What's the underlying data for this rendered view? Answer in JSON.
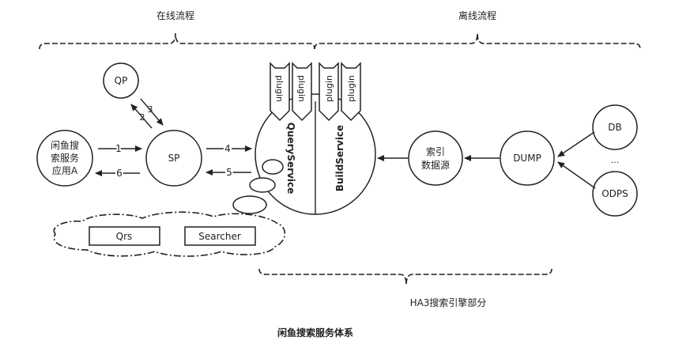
{
  "headers": {
    "online": "在线流程",
    "offline": "离线流程"
  },
  "nodes": {
    "qp": "QP",
    "sp": "SP",
    "app_line1": "闲鱼搜",
    "app_line2": "索服务",
    "app_line3": "应用A",
    "index_line1": "索引",
    "index_line2": "数据源",
    "dump": "DUMP",
    "db": "DB",
    "odps": "ODPS",
    "ellipsis": "..."
  },
  "services": {
    "query": "QueryService",
    "build": "BuildService",
    "plugin": "plugin"
  },
  "boxes": {
    "qrs": "Qrs",
    "searcher": "Searcher"
  },
  "edges": {
    "e1": "1",
    "e2": "2",
    "e3": "3",
    "e4": "4",
    "e5": "5",
    "e6": "6"
  },
  "ha3_label": "HA3搜索引擎部分",
  "caption": "闲鱼搜索服务体系"
}
